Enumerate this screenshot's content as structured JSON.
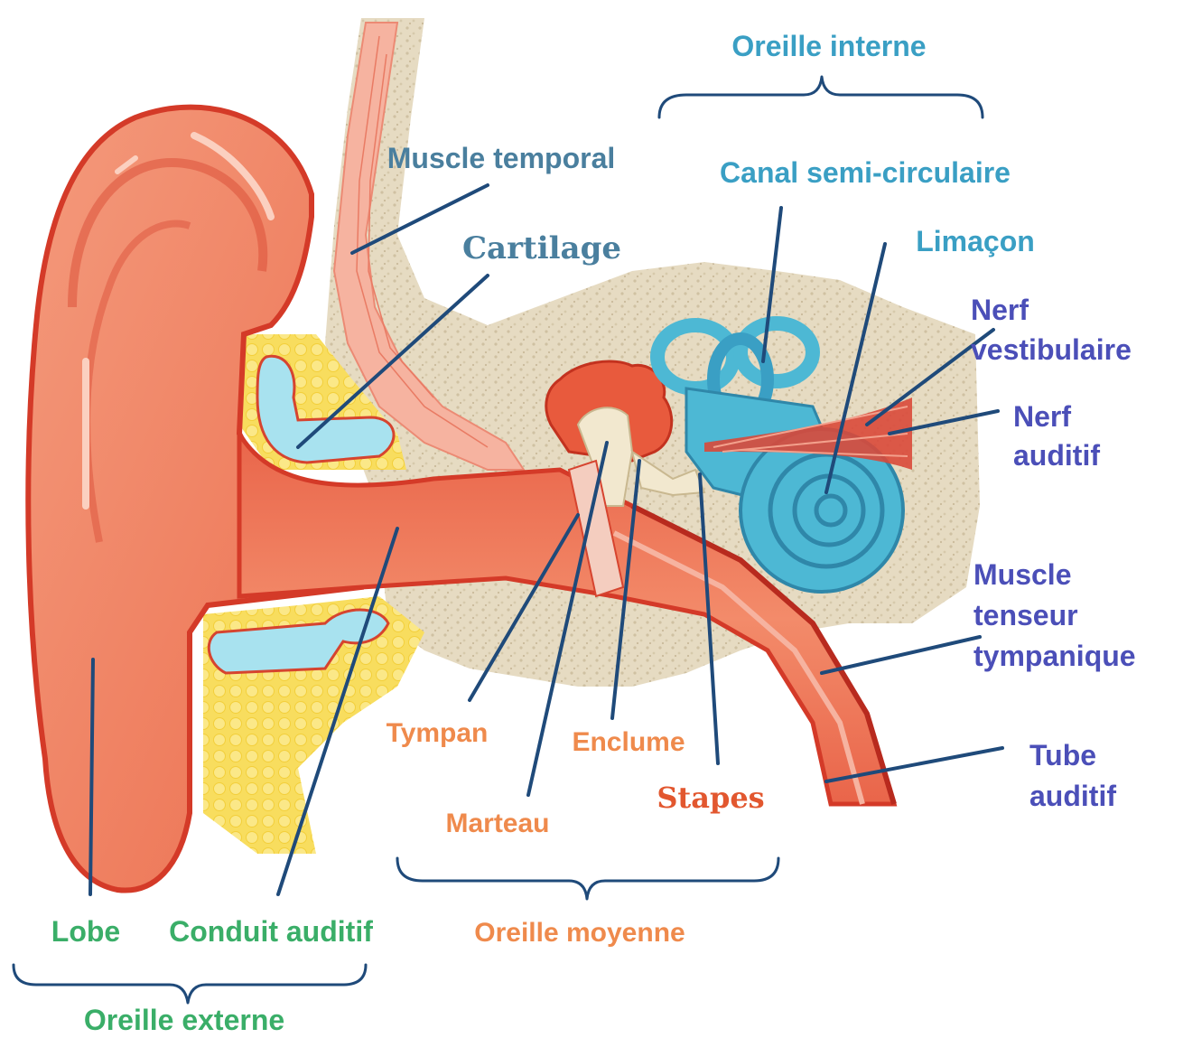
{
  "colors": {
    "ear_skin": "#f07a5a",
    "ear_dark": "#d43a28",
    "bone": "#e8dcc4",
    "fat": "#f8dd5e",
    "cartilage": "#a8e2ef",
    "inner_ear": "#4db8d4",
    "nerve": "#d9493a",
    "pointer_line": "#1f4a7a",
    "label_teal": "#3a9fc4",
    "label_steel": "#4a7f9e",
    "label_purple": "#4b4fb8",
    "label_orange": "#ef8a4c",
    "label_orange_dark": "#e2572f",
    "label_green": "#3aae68"
  },
  "labels": {
    "muscle_temporal": "Muscle temporal",
    "cartilage": "Cartilage",
    "oreille_interne": "Oreille interne",
    "canal_semi_circulaire": "Canal semi-circulaire",
    "limacon": "Limaçon",
    "nerf_vestibulaire_1": "Nerf",
    "nerf_vestibulaire_2": "vestibulaire",
    "nerf_auditif_1": "Nerf",
    "nerf_auditif_2": "auditif",
    "muscle_tenseur_1": "Muscle",
    "muscle_tenseur_2": "tenseur",
    "muscle_tenseur_3": "tympanique",
    "tube_auditif_1": "Tube",
    "tube_auditif_2": "auditif",
    "tympan": "Tympan",
    "enclume": "Enclume",
    "stapes": "Stapes",
    "marteau": "Marteau",
    "oreille_moyenne": "Oreille moyenne",
    "lobe": "Lobe",
    "conduit_auditif": "Conduit auditif",
    "oreille_externe": "Oreille externe"
  }
}
